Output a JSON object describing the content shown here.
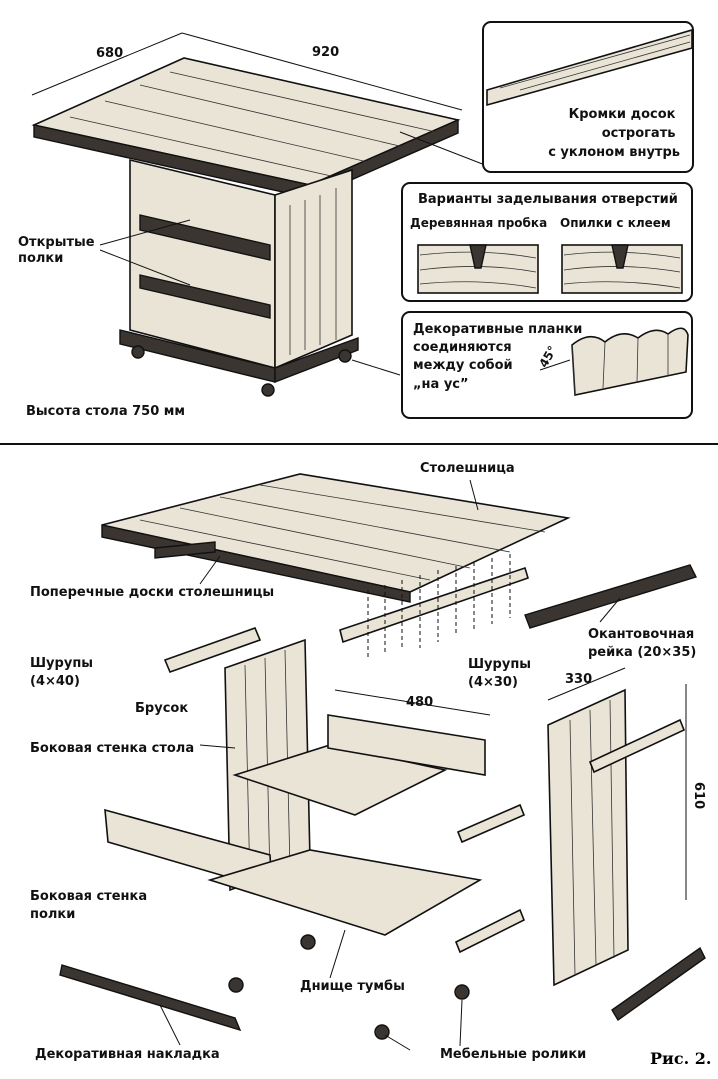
{
  "top_panel": {
    "dim_depth": "680",
    "dim_width": "920",
    "label_open_shelves": "Открытые\nполки",
    "label_height": "Высота стола 750 мм",
    "callout_edges": "Кромки досок\nострогать\nс уклоном внутрь",
    "callout_holes_title": "Варианты заделывания отверстий",
    "callout_holes_wood": "Деревянная пробка",
    "callout_holes_glue": "Опилки с клеем",
    "callout_planks": "Декоративные планки\nсоединяются\nмежду собой\n„на ус”",
    "angle_label": "45°"
  },
  "bottom_panel": {
    "label_tabletop": "Столешница",
    "label_cross_boards": "Поперечные доски столешницы",
    "label_edging": "Окантовочная\nрейка (20×35)",
    "label_screws_40": "Шурупы\n(4×40)",
    "label_screws_30": "Шурупы\n(4×30)",
    "label_bar": "Брусок",
    "label_side_wall_table": "Боковая стенка стола",
    "label_side_wall_shelf": "Боковая стенка\nполки",
    "label_cabinet_bottom": "Днище тумбы",
    "label_decor_strip": "Декоративная накладка",
    "label_casters": "Мебельные ролики",
    "dim_480": "480",
    "dim_330": "330",
    "dim_610": "610"
  },
  "figure_caption": "Рис. 2."
}
